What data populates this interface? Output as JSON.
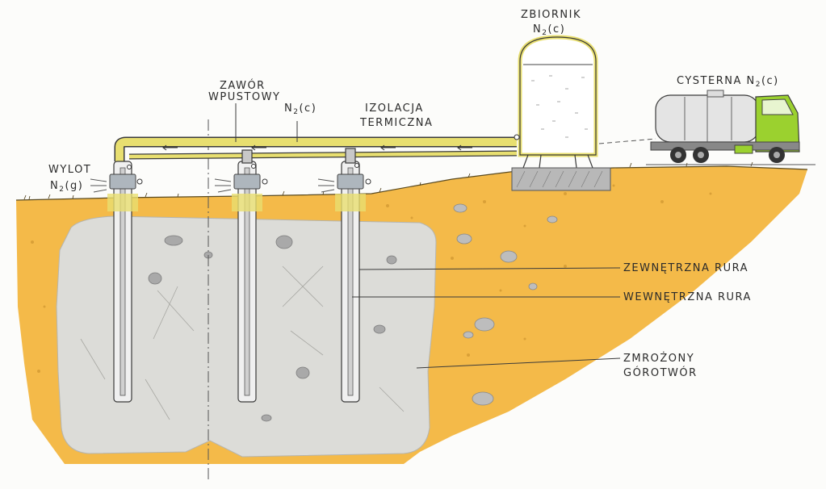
{
  "labels": {
    "tank": {
      "line1": "ZBIORNIK",
      "line2_main": "N",
      "line2_sub": "2",
      "line2_rest": "(c)"
    },
    "truck": {
      "text_main": "CYSTERNA N",
      "text_sub": "2",
      "text_rest": "(c)"
    },
    "valve": {
      "line1": "ZAWÓR",
      "line2": "WPUSTOWY"
    },
    "pipe_medium": {
      "main": "N",
      "sub": "2",
      "rest": "(c)"
    },
    "insulation": {
      "line1": "IZOLACJA",
      "line2": "TERMICZNA"
    },
    "outlet": {
      "line1": "WYLOT",
      "line2_main": "N",
      "line2_sub": "2",
      "line2_rest": "(g)"
    },
    "outer_pipe": "ZEWNĘTRZNA RURA",
    "inner_pipe": "WEWNĘTRZNA RURA",
    "frozen_rock": {
      "line1": "ZMROŻONY",
      "line2": "GÓROTWÓR"
    }
  },
  "colors": {
    "soil": "#f3b43a",
    "frozen_ground": "#dcdcd8",
    "pipe_insulation": "#e8df70",
    "truck_cab": "#9bd12f",
    "tank_body": "#ffffff",
    "foundation": "#b8b8b8",
    "steel": "#c8c8c8"
  }
}
